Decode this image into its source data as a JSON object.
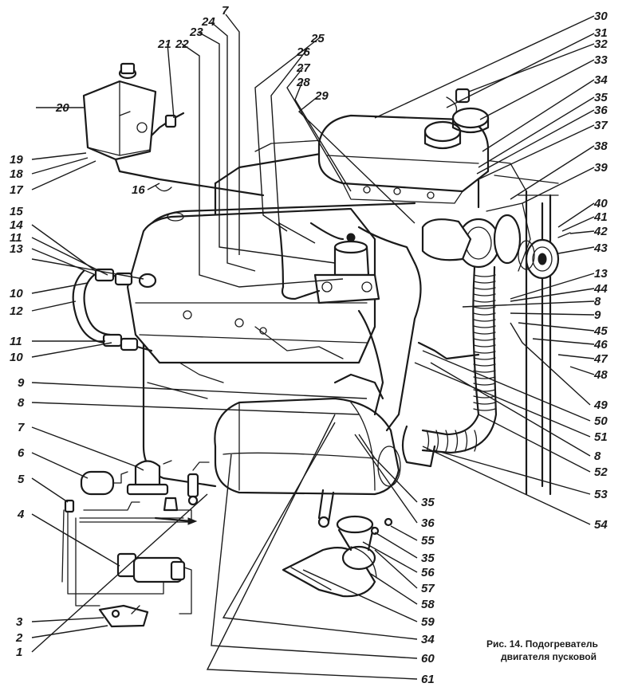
{
  "caption": {
    "line1": "Рис. 14. Подогреватель",
    "line2": "двигателя пусковой"
  },
  "callouts": [
    "1",
    "2",
    "3",
    "4",
    "5",
    "6",
    "7",
    "8",
    "9",
    "10",
    "11",
    "12",
    "13",
    "14",
    "15",
    "16",
    "17",
    "18",
    "19",
    "20",
    "21",
    "22",
    "23",
    "24",
    "25",
    "26",
    "27",
    "28",
    "29",
    "30",
    "31",
    "32",
    "33",
    "34",
    "35",
    "36",
    "37",
    "38",
    "39",
    "40",
    "41",
    "42",
    "43",
    "44",
    "45",
    "46",
    "47",
    "48",
    "49",
    "50",
    "51",
    "52",
    "53",
    "54",
    "55",
    "56",
    "57",
    "58",
    "59",
    "60",
    "61"
  ]
}
